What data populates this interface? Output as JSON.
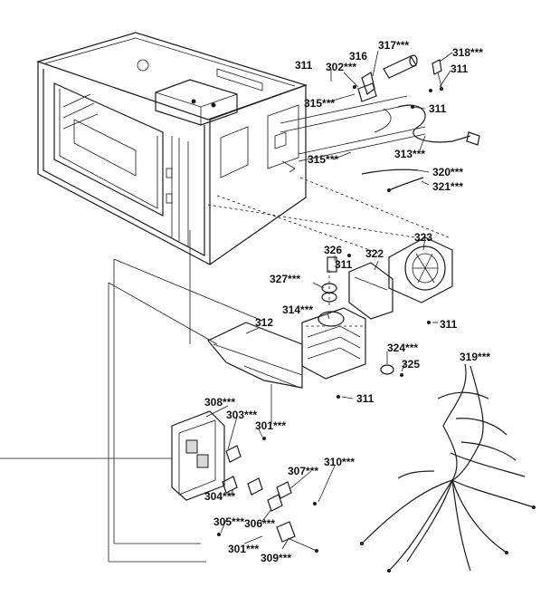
{
  "labels": {
    "l316": "316",
    "l317": "317***",
    "l318": "318***",
    "l311a": "311",
    "l302": "302***",
    "l311b": "311",
    "l315a": "315***",
    "l311c": "311",
    "l313": "313***",
    "l315b": "315***",
    "l320": "320***",
    "l321": "321***",
    "l326": "326",
    "l322": "322",
    "l323": "323",
    "l311d": "311",
    "l327": "327***",
    "l314": "314***",
    "l312": "312",
    "l311e": "311",
    "l324": "324***",
    "l325": "325",
    "l319": "319***",
    "l311f": "311",
    "l308": "308***",
    "l303": "303***",
    "l301a": "301***",
    "l307": "307***",
    "l310": "310***",
    "l304": "304***",
    "l306": "306***",
    "l305": "305***",
    "l301b": "301***",
    "l309": "309***"
  }
}
